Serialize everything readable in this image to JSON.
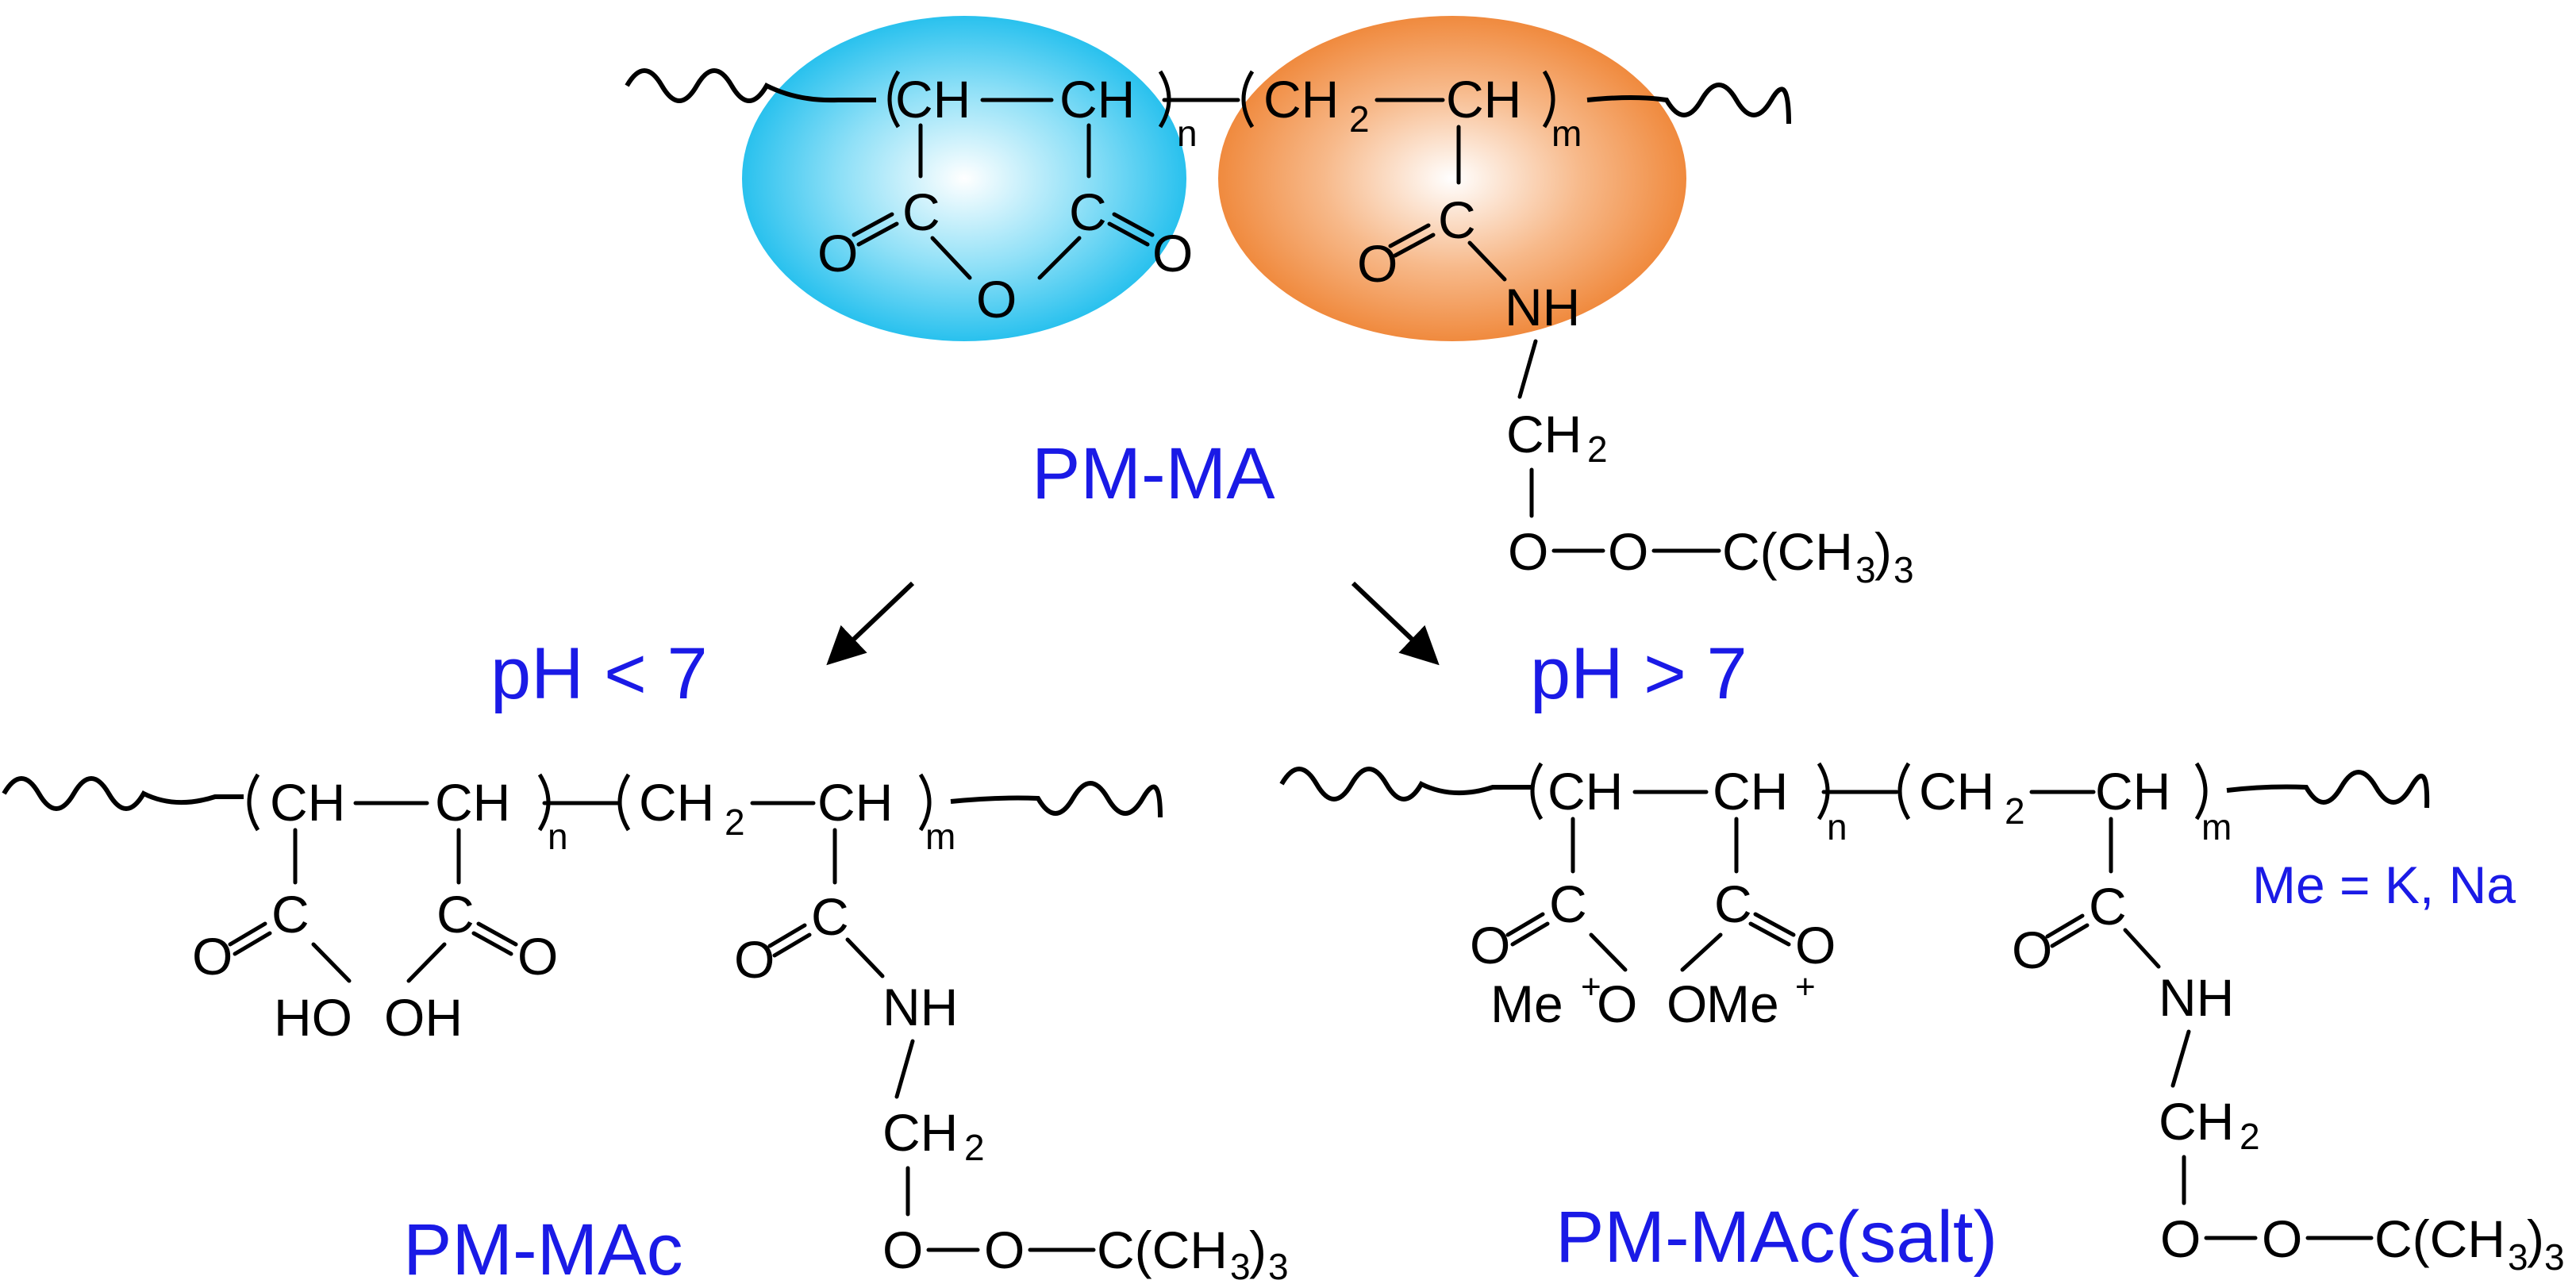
{
  "labels": {
    "polymer_top": "PM-MA",
    "acid_condition": "pH < 7",
    "base_condition": "pH > 7",
    "product_left": "PM-MAc",
    "product_right": "PM-MAc(salt)",
    "metal_note": "Me = K, Na"
  },
  "atoms": {
    "ch": "CH",
    "ch2": "CH",
    "sub2": "2",
    "sub3": "3",
    "sub_n": "n",
    "sub_m": "m",
    "c": "C",
    "o": "O",
    "nh": "NH",
    "c_tbu_open": "C(CH",
    "close_paren": ")",
    "oh": "OH",
    "ho": "HO",
    "me": "Me",
    "plus": "+"
  },
  "colors": {
    "label_blue": "#1a1ae6",
    "anhydride_ellipse": "#29c1ee",
    "amide_ellipse": "#f08a3e"
  }
}
